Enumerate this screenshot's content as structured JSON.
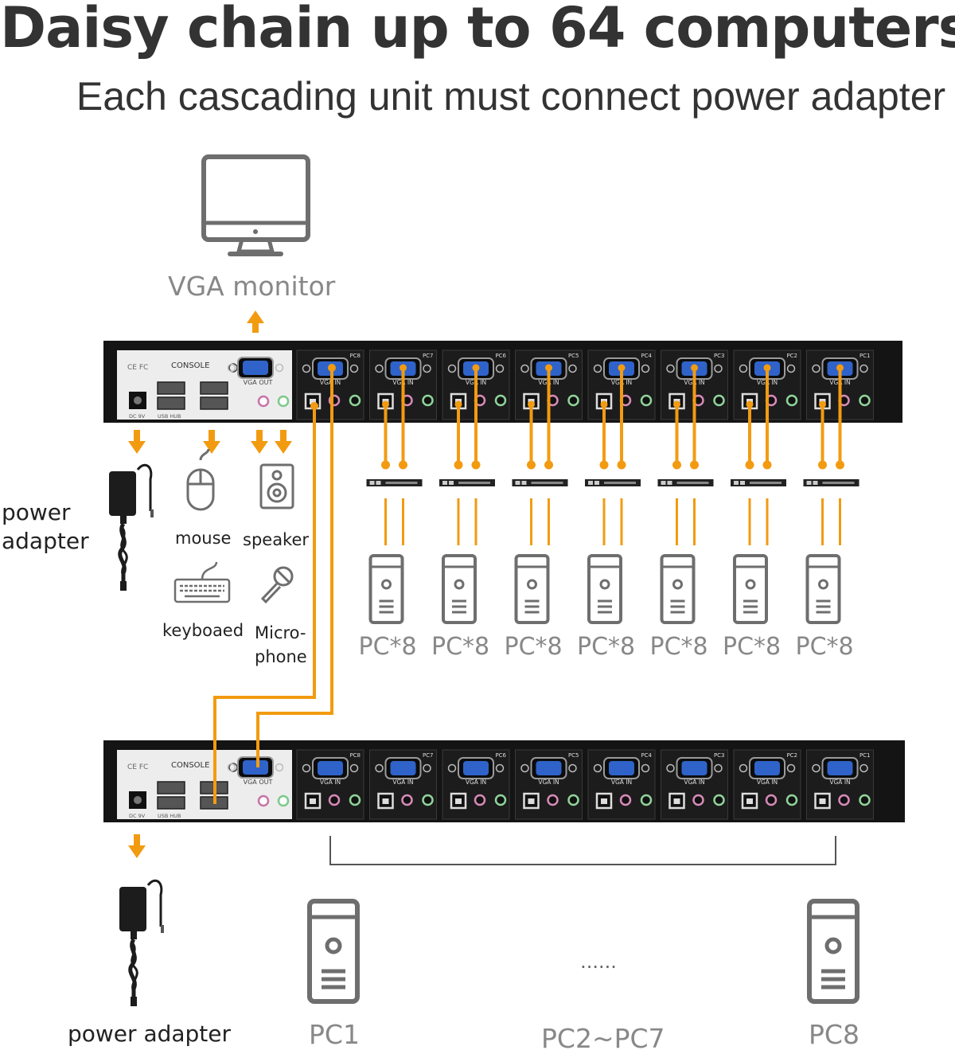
{
  "header": {
    "title": "Daisy chain up to 64 computers",
    "subtitle": "Each cascading unit must connect power adapter"
  },
  "console_labels": {
    "monitor": "VGA monitor",
    "power_adapter_top": "power adapter",
    "mouse": "mouse",
    "speaker": "speaker",
    "keyboard": "keyboaed",
    "microphone": "Micro-phone",
    "power_adapter_bottom": "power adapter"
  },
  "kvm_panel": {
    "console_label": "CONSOLE",
    "cert_mark": "CE FC",
    "vga_out_label": "VGA OUT",
    "vga_in_label": "VGA IN",
    "dc_label": "DC 9V",
    "usb_hub_label": "USB HUB",
    "ports": [
      "PC8",
      "PC7",
      "PC6",
      "PC5",
      "PC4",
      "PC3",
      "PC2",
      "PC1"
    ]
  },
  "cascade_pcs": {
    "label": "PC*8",
    "count": 7
  },
  "bottom_pcs": {
    "first": "PC1",
    "middle": "PC2~PC7",
    "ellipsis": "......",
    "last": "PC8"
  },
  "colors": {
    "cable": "#f29b11",
    "panel": "#141414",
    "icon_gray": "#6e6e6e"
  }
}
